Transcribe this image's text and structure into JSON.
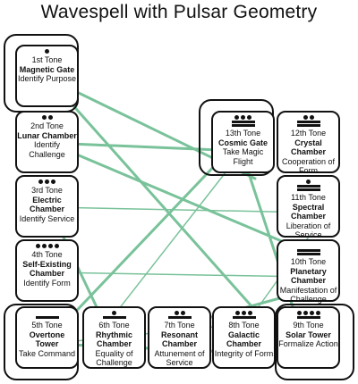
{
  "title": "Wavespell with Pulsar Geometry",
  "line_color": "#79c29a",
  "tones": [
    {
      "ordinal": "1st Tone",
      "name": "Magnetic Gate",
      "action": "Identify Purpose",
      "dots": 1,
      "bars": 0
    },
    {
      "ordinal": "2nd Tone",
      "name": "Lunar Chamber",
      "action": "Identify Challenge",
      "dots": 2,
      "bars": 0
    },
    {
      "ordinal": "3rd Tone",
      "name": "Electric Chamber",
      "action": "Identify Service",
      "dots": 3,
      "bars": 0
    },
    {
      "ordinal": "4th Tone",
      "name": "Self-Existing Chamber",
      "action": "Identify Form",
      "dots": 4,
      "bars": 0
    },
    {
      "ordinal": "5th Tone",
      "name": "Overtone Tower",
      "action": "Take Command",
      "dots": 0,
      "bars": 1
    },
    {
      "ordinal": "6th Tone",
      "name": "Rhythmic Chamber",
      "action": "Equality of Challenge",
      "dots": 1,
      "bars": 1
    },
    {
      "ordinal": "7th Tone",
      "name": "Resonant Chamber",
      "action": "Attunement of Service",
      "dots": 2,
      "bars": 1
    },
    {
      "ordinal": "8th Tone",
      "name": "Galactic Chamber",
      "action": "Integrity of Form",
      "dots": 3,
      "bars": 1
    },
    {
      "ordinal": "9th Tone",
      "name": "Solar Tower",
      "action": "Formalize Action",
      "dots": 4,
      "bars": 1
    },
    {
      "ordinal": "10th Tone",
      "name": "Planetary Chamber",
      "action": "Manifestation of Challenge",
      "dots": 0,
      "bars": 2
    },
    {
      "ordinal": "11th Tone",
      "name": "Spectral Chamber",
      "action": "Liberation of Service",
      "dots": 1,
      "bars": 2
    },
    {
      "ordinal": "12th Tone",
      "name": "Crystal Chamber",
      "action": "Cooperation of Form",
      "dots": 2,
      "bars": 2
    },
    {
      "ordinal": "13th Tone",
      "name": "Cosmic Gate",
      "action": "Take Magic Flight",
      "dots": 3,
      "bars": 2
    }
  ]
}
